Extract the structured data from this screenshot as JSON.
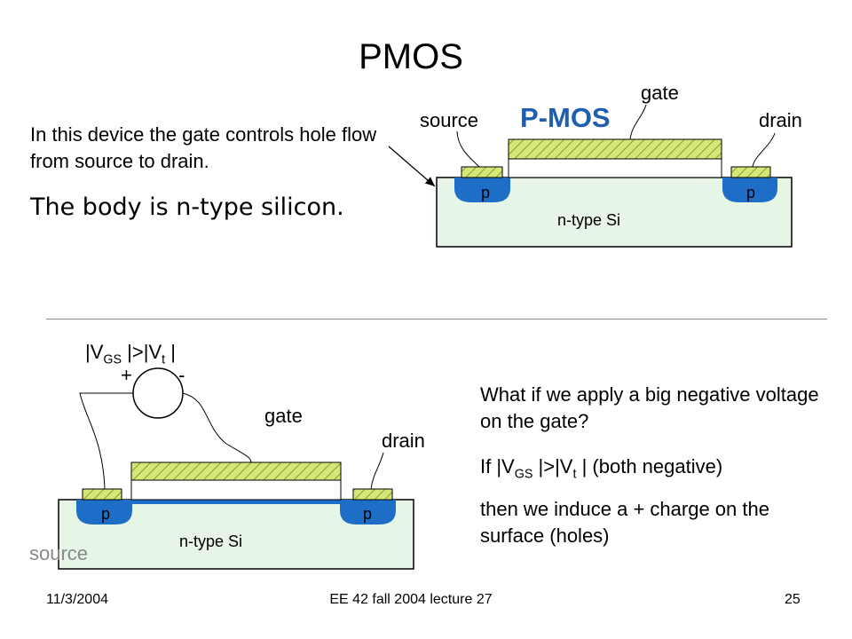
{
  "slide": {
    "title": "PMOS",
    "intro_text": "In this device the gate controls hole flow from source to drain.",
    "body_text": "The body is n-type silicon.",
    "question_text": "What if we apply a big negative voltage on the gate?",
    "condition_prefix": "If |V",
    "condition_sub": "GS",
    "condition_mid": " |>|V",
    "condition_sub2": "t",
    "condition_suffix": " | (both negative)",
    "result_text": "then we induce a + charge on the surface  (holes)"
  },
  "top_diagram": {
    "label_gate": "gate",
    "label_source": "source",
    "label_drain": "drain",
    "label_pmos": "P-MOS",
    "label_p_left": "p",
    "label_p_right": "p",
    "label_substrate": "n-type Si"
  },
  "bottom_diagram": {
    "vgs_prefix": "|V",
    "vgs_sub": "GS",
    "vgs_mid": " |>|V",
    "vgs_sub2": "t",
    "vgs_suffix": " |",
    "plus": "+",
    "minus": "-",
    "label_gate": "gate",
    "label_drain": "drain",
    "label_source": "source",
    "label_p_left": "p",
    "label_p_right": "p",
    "label_substrate": "n-type Si"
  },
  "footer": {
    "date": "11/3/2004",
    "course": "EE 42 fall 2004 lecture 27",
    "page": "25"
  },
  "colors": {
    "gate_fill": "#d4e878",
    "p_region": "#1e6ec8",
    "substrate": "#e6f5e6",
    "pmos_label": "#1f5eb0"
  }
}
